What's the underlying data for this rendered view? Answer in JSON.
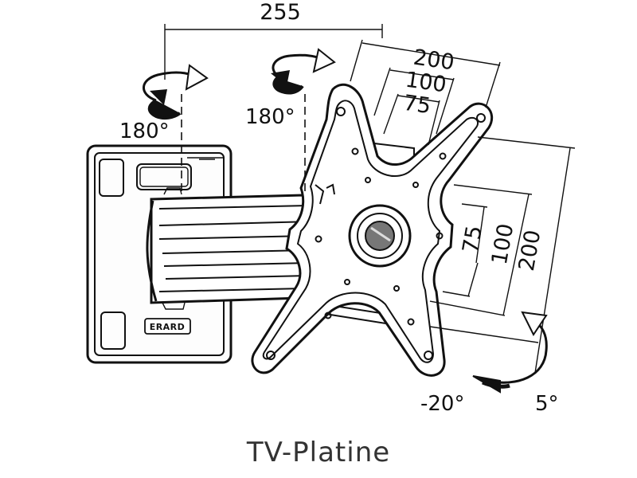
{
  "dimensions": {
    "arm_extension": "255",
    "pattern_horizontal": [
      "200",
      "100",
      "75"
    ],
    "pattern_vertical": [
      "75",
      "100",
      "200"
    ]
  },
  "rotation": {
    "wall_pivot": "180°",
    "arm_pivot": "180°",
    "tilt_down": "-20°",
    "tilt_up": "5°"
  },
  "brand": "ERARD",
  "caption": "TV-Platine"
}
